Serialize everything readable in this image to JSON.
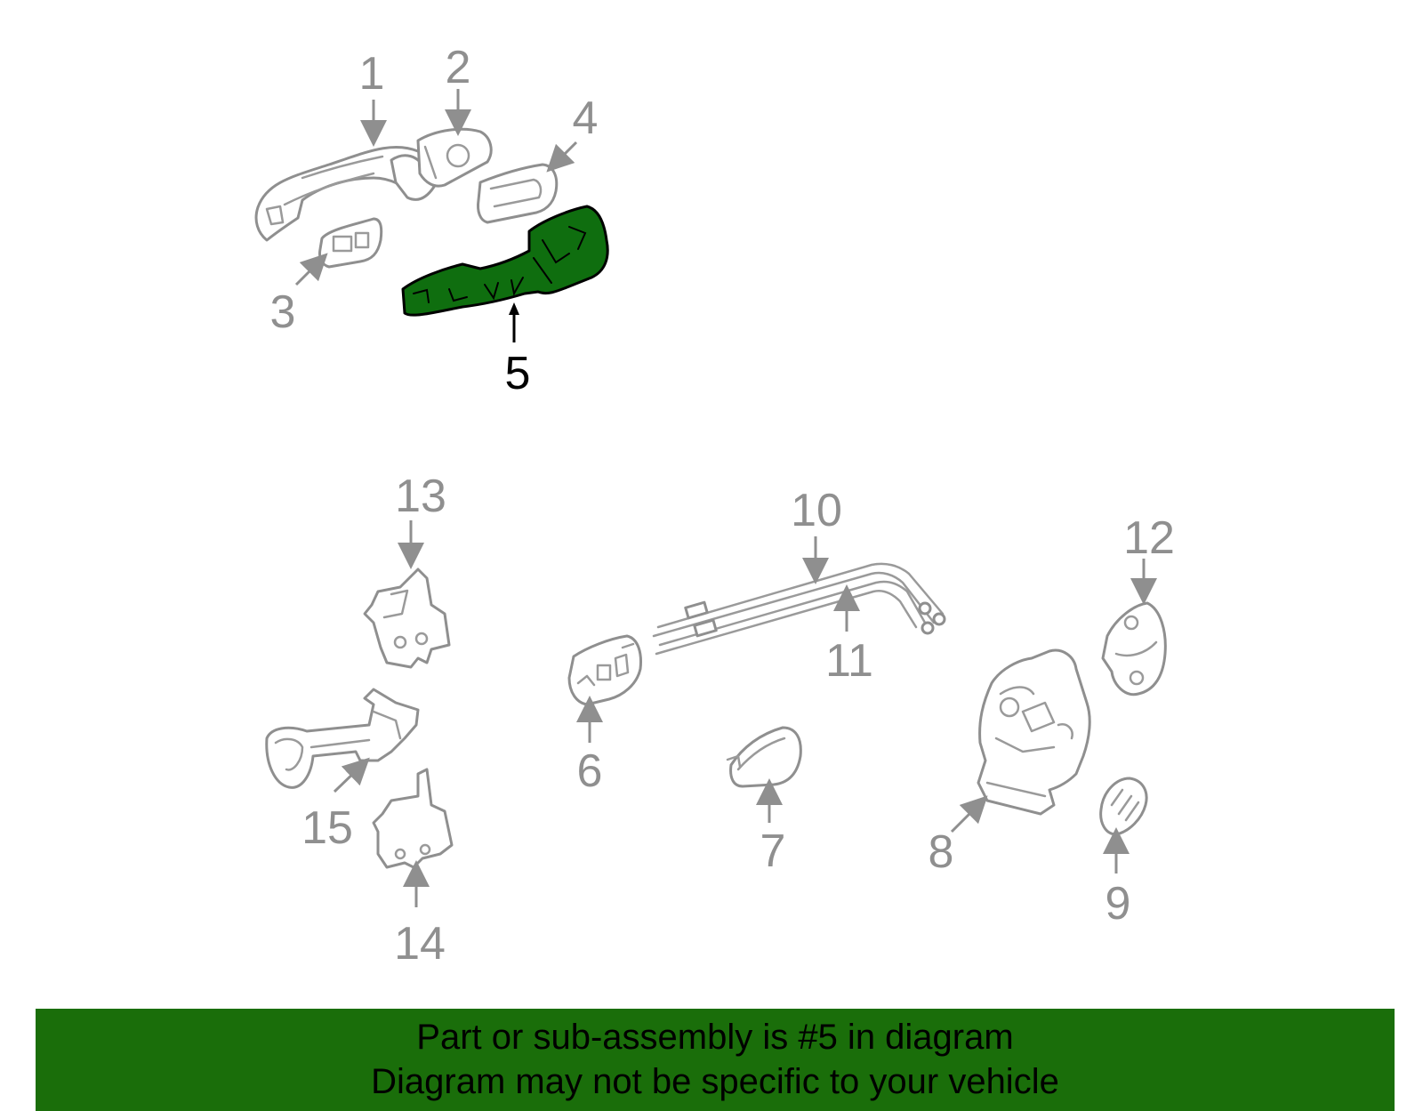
{
  "colors": {
    "highlight_fill": "#0f6e0f",
    "banner_bg": "#1a6e0a",
    "part_stroke": "#8f8f8f",
    "label_gray": "#8f8f8f",
    "label_black": "#000000"
  },
  "callouts": [
    "1",
    "2",
    "3",
    "4",
    "5",
    "6",
    "7",
    "8",
    "9",
    "10",
    "11",
    "12",
    "13",
    "14",
    "15"
  ],
  "highlighted_part": "5",
  "banner": {
    "line1": "Part or sub-assembly is #5 in diagram",
    "line2": "Diagram may not be specific to your vehicle"
  }
}
